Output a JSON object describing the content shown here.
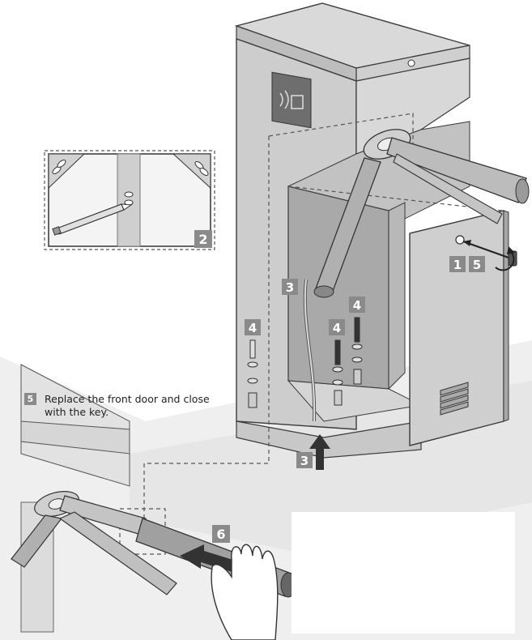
{
  "steps": {
    "s1": "1",
    "s2": "2",
    "s3a": "3",
    "s3b": "3",
    "s4a": "4",
    "s4b": "4",
    "s4c": "4",
    "s5": "5",
    "s6": "6"
  },
  "caption": {
    "step": "5",
    "text": "Replace the front door and close with the key."
  },
  "colors": {
    "badge": "#8a8a8a",
    "body_light": "#d6d6d6",
    "body_mid": "#bdbdbd",
    "body_dark": "#a6a6a6",
    "stroke": "#3a3a3a"
  },
  "icons": {
    "rfid": "contactless-card-icon",
    "key": "key-icon",
    "arrow": "push-arrow-icon"
  }
}
